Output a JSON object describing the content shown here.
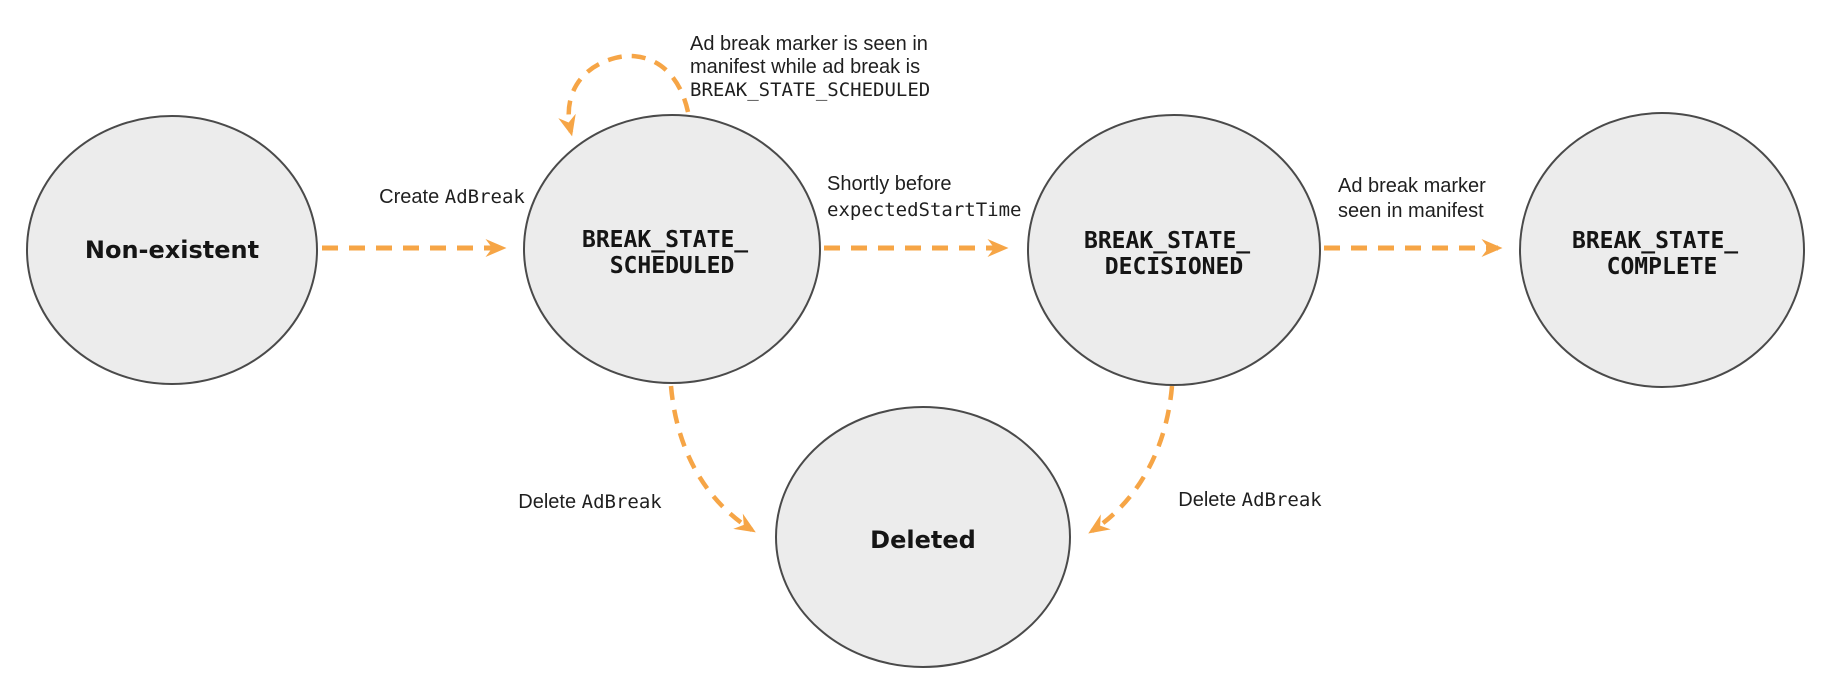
{
  "diagram": {
    "colors": {
      "arrow_orange": "#f6a546",
      "node_fill": "#ececec",
      "node_stroke": "#4a4a4a",
      "text": "#1f1f1f"
    },
    "states": [
      {
        "id": "non-existent",
        "label": "Non-existent"
      },
      {
        "id": "break-state-scheduled",
        "line1": "BREAK_STATE_",
        "line2": "SCHEDULED"
      },
      {
        "id": "break-state-decisioned",
        "line1": "BREAK_STATE_",
        "line2": "DECISIONED"
      },
      {
        "id": "break-state-complete",
        "line1": "BREAK_STATE_",
        "line2": "COMPLETE"
      },
      {
        "id": "deleted",
        "label": "Deleted"
      }
    ],
    "edges": {
      "create": {
        "sans": "Create ",
        "mono": "AdBreak"
      },
      "selfloop": {
        "line1": "Ad break marker is seen in",
        "line2": "manifest while ad break is",
        "line3_mono": "BREAK_STATE_SCHEDULED"
      },
      "shortly": {
        "line1": "Shortly before",
        "line2_mono": "expectedStartTime"
      },
      "marker_seen": {
        "line1": "Ad break marker",
        "line2": "seen in manifest"
      },
      "delete_left": {
        "sans": "Delete ",
        "mono": "AdBreak"
      },
      "delete_right": {
        "sans": "Delete ",
        "mono": "AdBreak"
      }
    }
  }
}
